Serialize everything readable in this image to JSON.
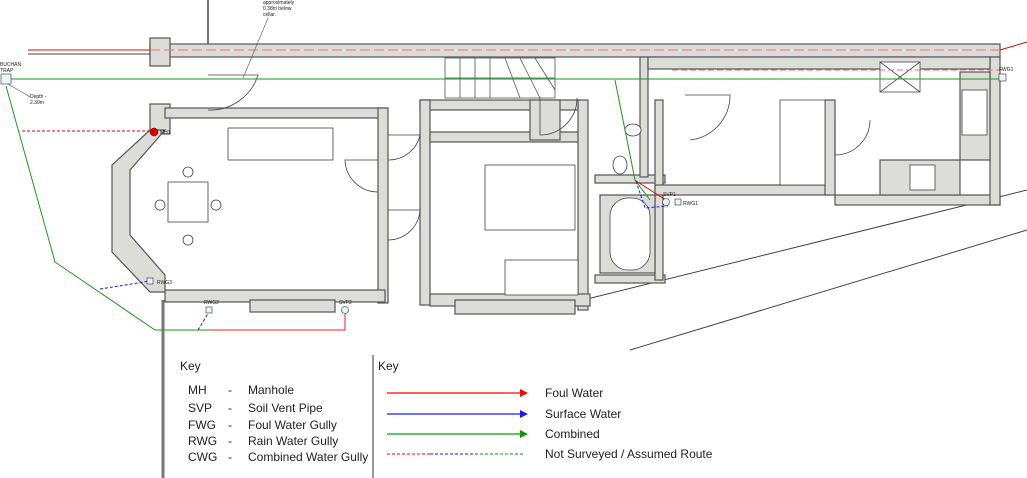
{
  "annotations": {
    "cellar_note": [
      "approximately",
      "0.38m below",
      "cellar."
    ],
    "trap": [
      "BUCHAN",
      "TRAP"
    ],
    "depth": [
      "Depth -",
      "2.30m"
    ]
  },
  "nodes": {
    "mh1": "MH1",
    "rwg3": "RWG3",
    "rwg2": "RWG2",
    "svp2": "SVP2",
    "svp1": "SVP1",
    "rwg1": "RWG1",
    "fwg1": "FWG1"
  },
  "abbrev_key": {
    "title": "Key",
    "items": [
      {
        "abbr": "MH",
        "sep": "-",
        "desc": "Manhole"
      },
      {
        "abbr": "SVP",
        "sep": "-",
        "desc": "Soil Vent Pipe"
      },
      {
        "abbr": "FWG",
        "sep": "-",
        "desc": "Foul Water Gully"
      },
      {
        "abbr": "RWG",
        "sep": "-",
        "desc": "Rain Water Gully"
      },
      {
        "abbr": "CWG",
        "sep": "-",
        "desc": "Combined Water Gully"
      }
    ]
  },
  "line_key": {
    "title": "Key",
    "items": [
      {
        "label": "Foul Water",
        "color": "#ff0000"
      },
      {
        "label": "Surface Water",
        "color": "#1a1aff"
      },
      {
        "label": "Combined",
        "color": "#0a9a0a"
      },
      {
        "label": "Not Surveyed / Assumed Route",
        "color": "dashed"
      }
    ]
  }
}
